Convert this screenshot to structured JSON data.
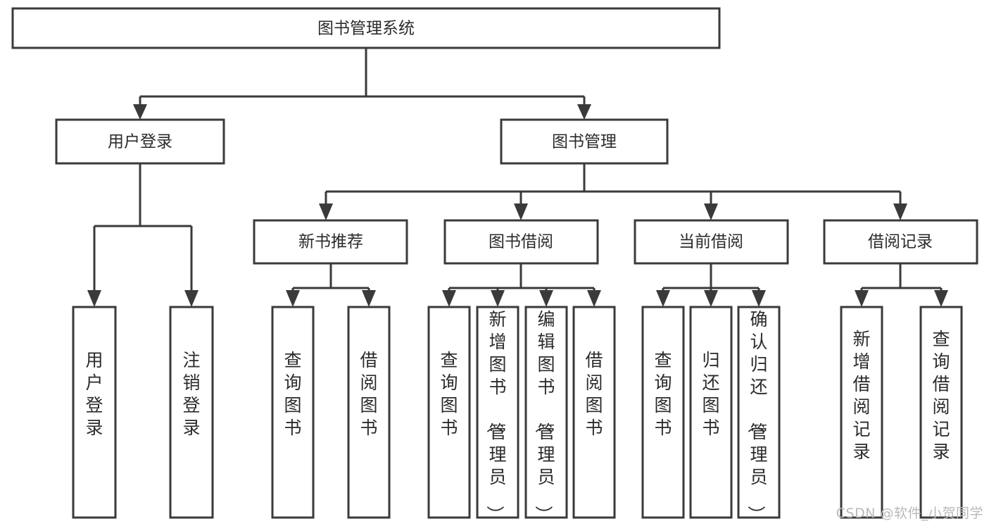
{
  "diagram": {
    "type": "tree-hierarchy-diagram",
    "title": "图书管理系统",
    "watermark": "CSDN @软件_小贺同学",
    "colors": {
      "stroke": "#3a3a3a",
      "fill": "#ffffff",
      "text": "#2b2b2b",
      "watermark": "#b9b9b9",
      "background": "#ffffff"
    },
    "levels": {
      "root": {
        "label": "图书管理系统"
      },
      "level2": [
        {
          "id": "user-login",
          "label": "用户登录"
        },
        {
          "id": "book-management",
          "label": "图书管理"
        }
      ],
      "level3": [
        {
          "id": "new-book-recommend",
          "label": "新书推荐",
          "parent": "book-management"
        },
        {
          "id": "book-borrow",
          "label": "图书借阅",
          "parent": "book-management"
        },
        {
          "id": "current-borrow",
          "label": "当前借阅",
          "parent": "book-management"
        },
        {
          "id": "borrow-record",
          "label": "借阅记录",
          "parent": "book-management"
        }
      ],
      "leaves": [
        {
          "id": "leaf-user-login",
          "label": "用户登录",
          "parent": "user-login"
        },
        {
          "id": "leaf-logout-login",
          "label": "注销登录",
          "parent": "user-login"
        },
        {
          "id": "leaf-query-book-1",
          "label": "查询图书",
          "parent": "new-book-recommend"
        },
        {
          "id": "leaf-borrow-book-1",
          "label": "借阅图书",
          "parent": "new-book-recommend"
        },
        {
          "id": "leaf-query-book-2",
          "label": "查询图书",
          "parent": "book-borrow"
        },
        {
          "id": "leaf-add-book",
          "label": "新增图书（管理员）",
          "parent": "book-borrow"
        },
        {
          "id": "leaf-edit-book",
          "label": "编辑图书（管理员）",
          "parent": "book-borrow"
        },
        {
          "id": "leaf-borrow-book-2",
          "label": "借阅图书",
          "parent": "book-borrow"
        },
        {
          "id": "leaf-query-book-3",
          "label": "查询图书",
          "parent": "current-borrow"
        },
        {
          "id": "leaf-return-book",
          "label": "归还图书",
          "parent": "current-borrow"
        },
        {
          "id": "leaf-confirm-return",
          "label": "确认归还（管理员）",
          "parent": "current-borrow"
        },
        {
          "id": "leaf-add-record",
          "label": "新增借阅记录",
          "parent": "borrow-record"
        },
        {
          "id": "leaf-query-record",
          "label": "查询借阅记录",
          "parent": "borrow-record"
        }
      ]
    }
  }
}
